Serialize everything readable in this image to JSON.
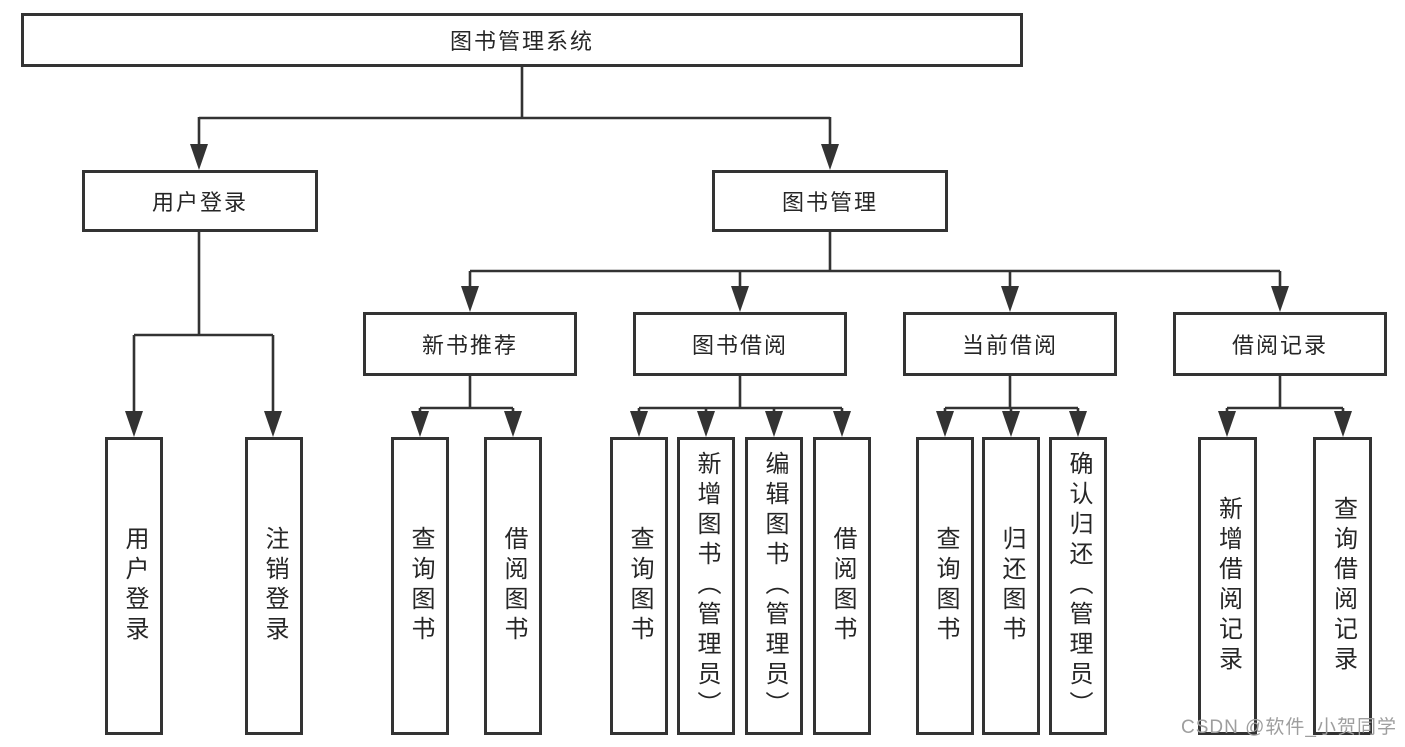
{
  "tree": {
    "label": "图书管理系统",
    "children": [
      {
        "label": "用户登录",
        "children": [
          {
            "label": "用户登录"
          },
          {
            "label": "注销登录"
          }
        ]
      },
      {
        "label": "图书管理",
        "children": [
          {
            "label": "新书推荐",
            "children": [
              {
                "label": "查询图书"
              },
              {
                "label": "借阅图书"
              }
            ]
          },
          {
            "label": "图书借阅",
            "children": [
              {
                "label": "查询图书"
              },
              {
                "label": "新增图书（管理员）"
              },
              {
                "label": "编辑图书（管理员）"
              },
              {
                "label": "借阅图书"
              }
            ]
          },
          {
            "label": "当前借阅",
            "children": [
              {
                "label": "查询图书"
              },
              {
                "label": "归还图书"
              },
              {
                "label": "确认归还（管理员）"
              }
            ]
          },
          {
            "label": "借阅记录",
            "children": [
              {
                "label": "新增借阅记录"
              },
              {
                "label": "查询借阅记录"
              }
            ]
          }
        ]
      }
    ]
  },
  "watermark": {
    "text": "CSDN @软件_小贺同学"
  },
  "colors": {
    "line": "#333333",
    "text": "#262626",
    "watermark": "#9e9e9e"
  }
}
